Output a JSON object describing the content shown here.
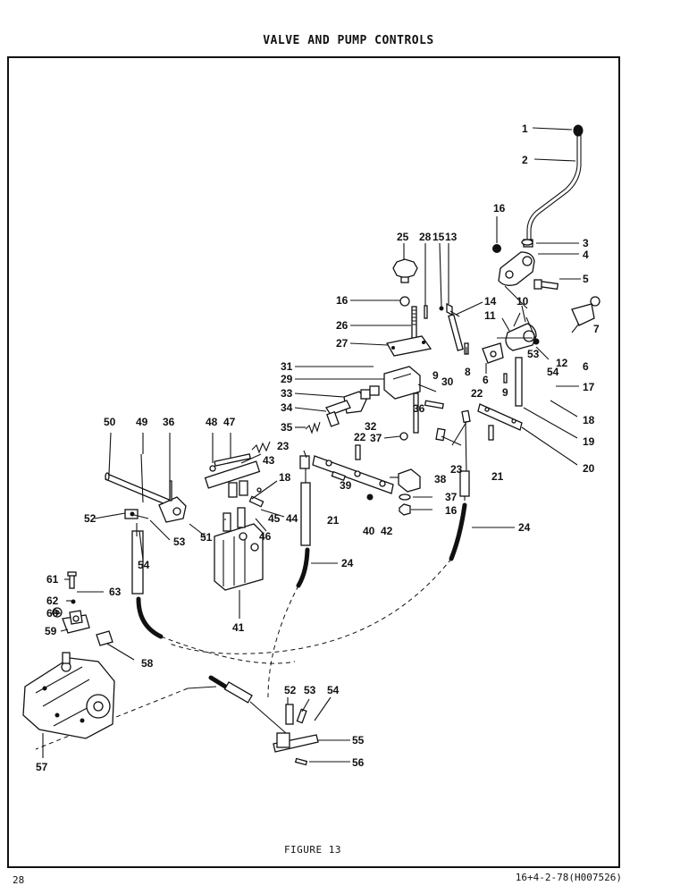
{
  "page": {
    "title": "VALVE AND PUMP CONTROLS",
    "figure_caption": "FIGURE 13",
    "page_number": "28",
    "doc_code": "16+4-2-78(H007526)"
  },
  "callouts": {
    "c1": "1",
    "c2": "2",
    "c3": "3",
    "c4": "4",
    "c5": "5",
    "c6a": "6",
    "c6b": "6",
    "c7": "7",
    "c8": "8",
    "c9a": "9",
    "c9b": "9",
    "c10": "10",
    "c11": "11",
    "c12": "12",
    "c13": "13",
    "c14": "14",
    "c15": "15",
    "c16a": "16",
    "c16b": "16",
    "c16c": "16",
    "c17": "17",
    "c18a": "18",
    "c18b": "18",
    "c19": "19",
    "c20": "20",
    "c21a": "21",
    "c21b": "21",
    "c22a": "22",
    "c22b": "22",
    "c23a": "23",
    "c23b": "23",
    "c24a": "24",
    "c24b": "24",
    "c25": "25",
    "c26": "26",
    "c27": "27",
    "c28": "28",
    "c29": "29",
    "c30": "30",
    "c31": "31",
    "c32": "32",
    "c33": "33",
    "c34": "34",
    "c35": "35",
    "c36a": "36",
    "c36b": "36",
    "c37a": "37",
    "c37b": "37",
    "c38": "38",
    "c39": "39",
    "c40": "40",
    "c41": "41",
    "c42": "42",
    "c43": "43",
    "c44": "44",
    "c45": "45",
    "c46": "46",
    "c47": "47",
    "c48": "48",
    "c49": "49",
    "c50": "50",
    "c51": "51",
    "c52a": "52",
    "c52b": "52",
    "c53a": "53",
    "c53b": "53",
    "c53c": "53",
    "c54a": "54",
    "c54b": "54",
    "c54c": "54",
    "c55": "55",
    "c56": "56",
    "c57": "57",
    "c58": "58",
    "c59": "59",
    "c60": "60",
    "c61": "61",
    "c62": "62",
    "c63": "63"
  }
}
